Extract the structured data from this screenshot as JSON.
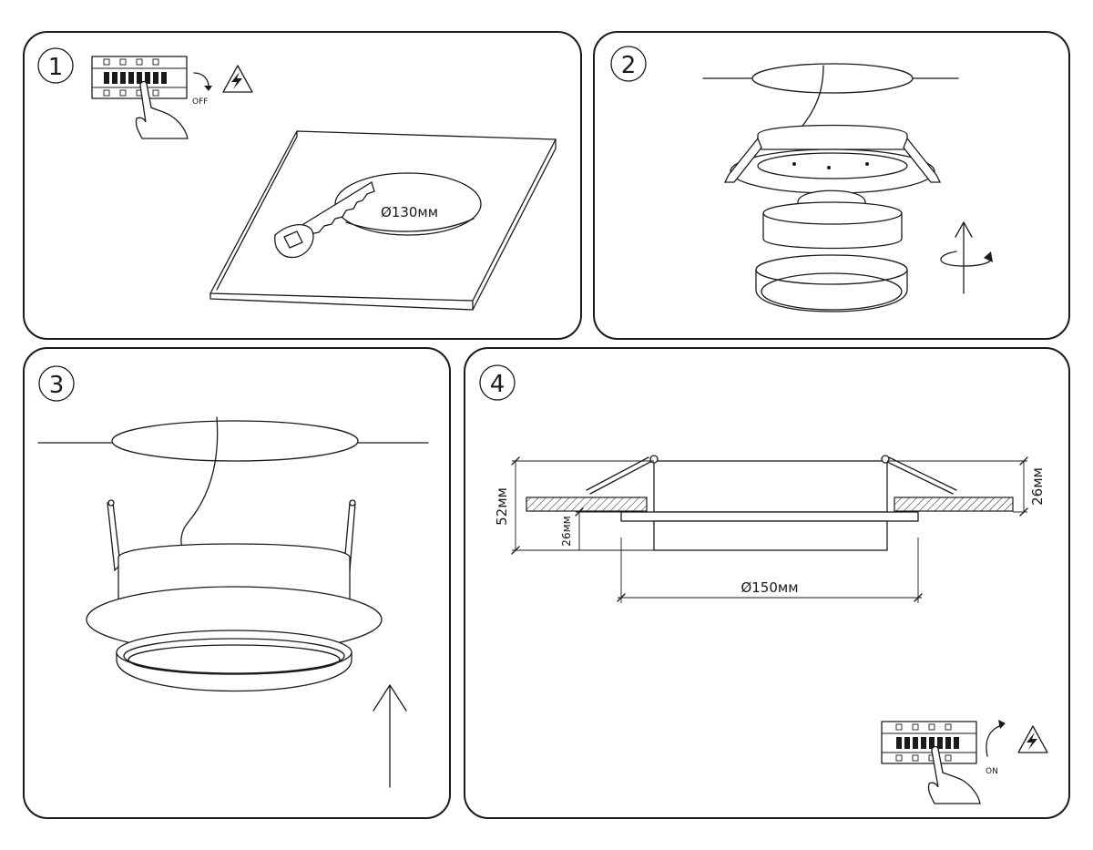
{
  "steps": [
    {
      "number": "1",
      "switch_label": "OFF",
      "dimension": "Ø130мм"
    },
    {
      "number": "2"
    },
    {
      "number": "3"
    },
    {
      "number": "4",
      "switch_label": "ON",
      "dimensions": {
        "height_total": "52мм",
        "height_top": "26мм",
        "height_bottom": "26мм",
        "diameter": "Ø150мм"
      }
    }
  ],
  "icons": [
    "circuit-breaker-icon",
    "hand-pointer-icon",
    "high-voltage-warning-icon",
    "rotation-arrow-icon",
    "up-arrow-icon"
  ],
  "colors": {
    "line": "#1a1a1a",
    "background": "#ffffff"
  }
}
